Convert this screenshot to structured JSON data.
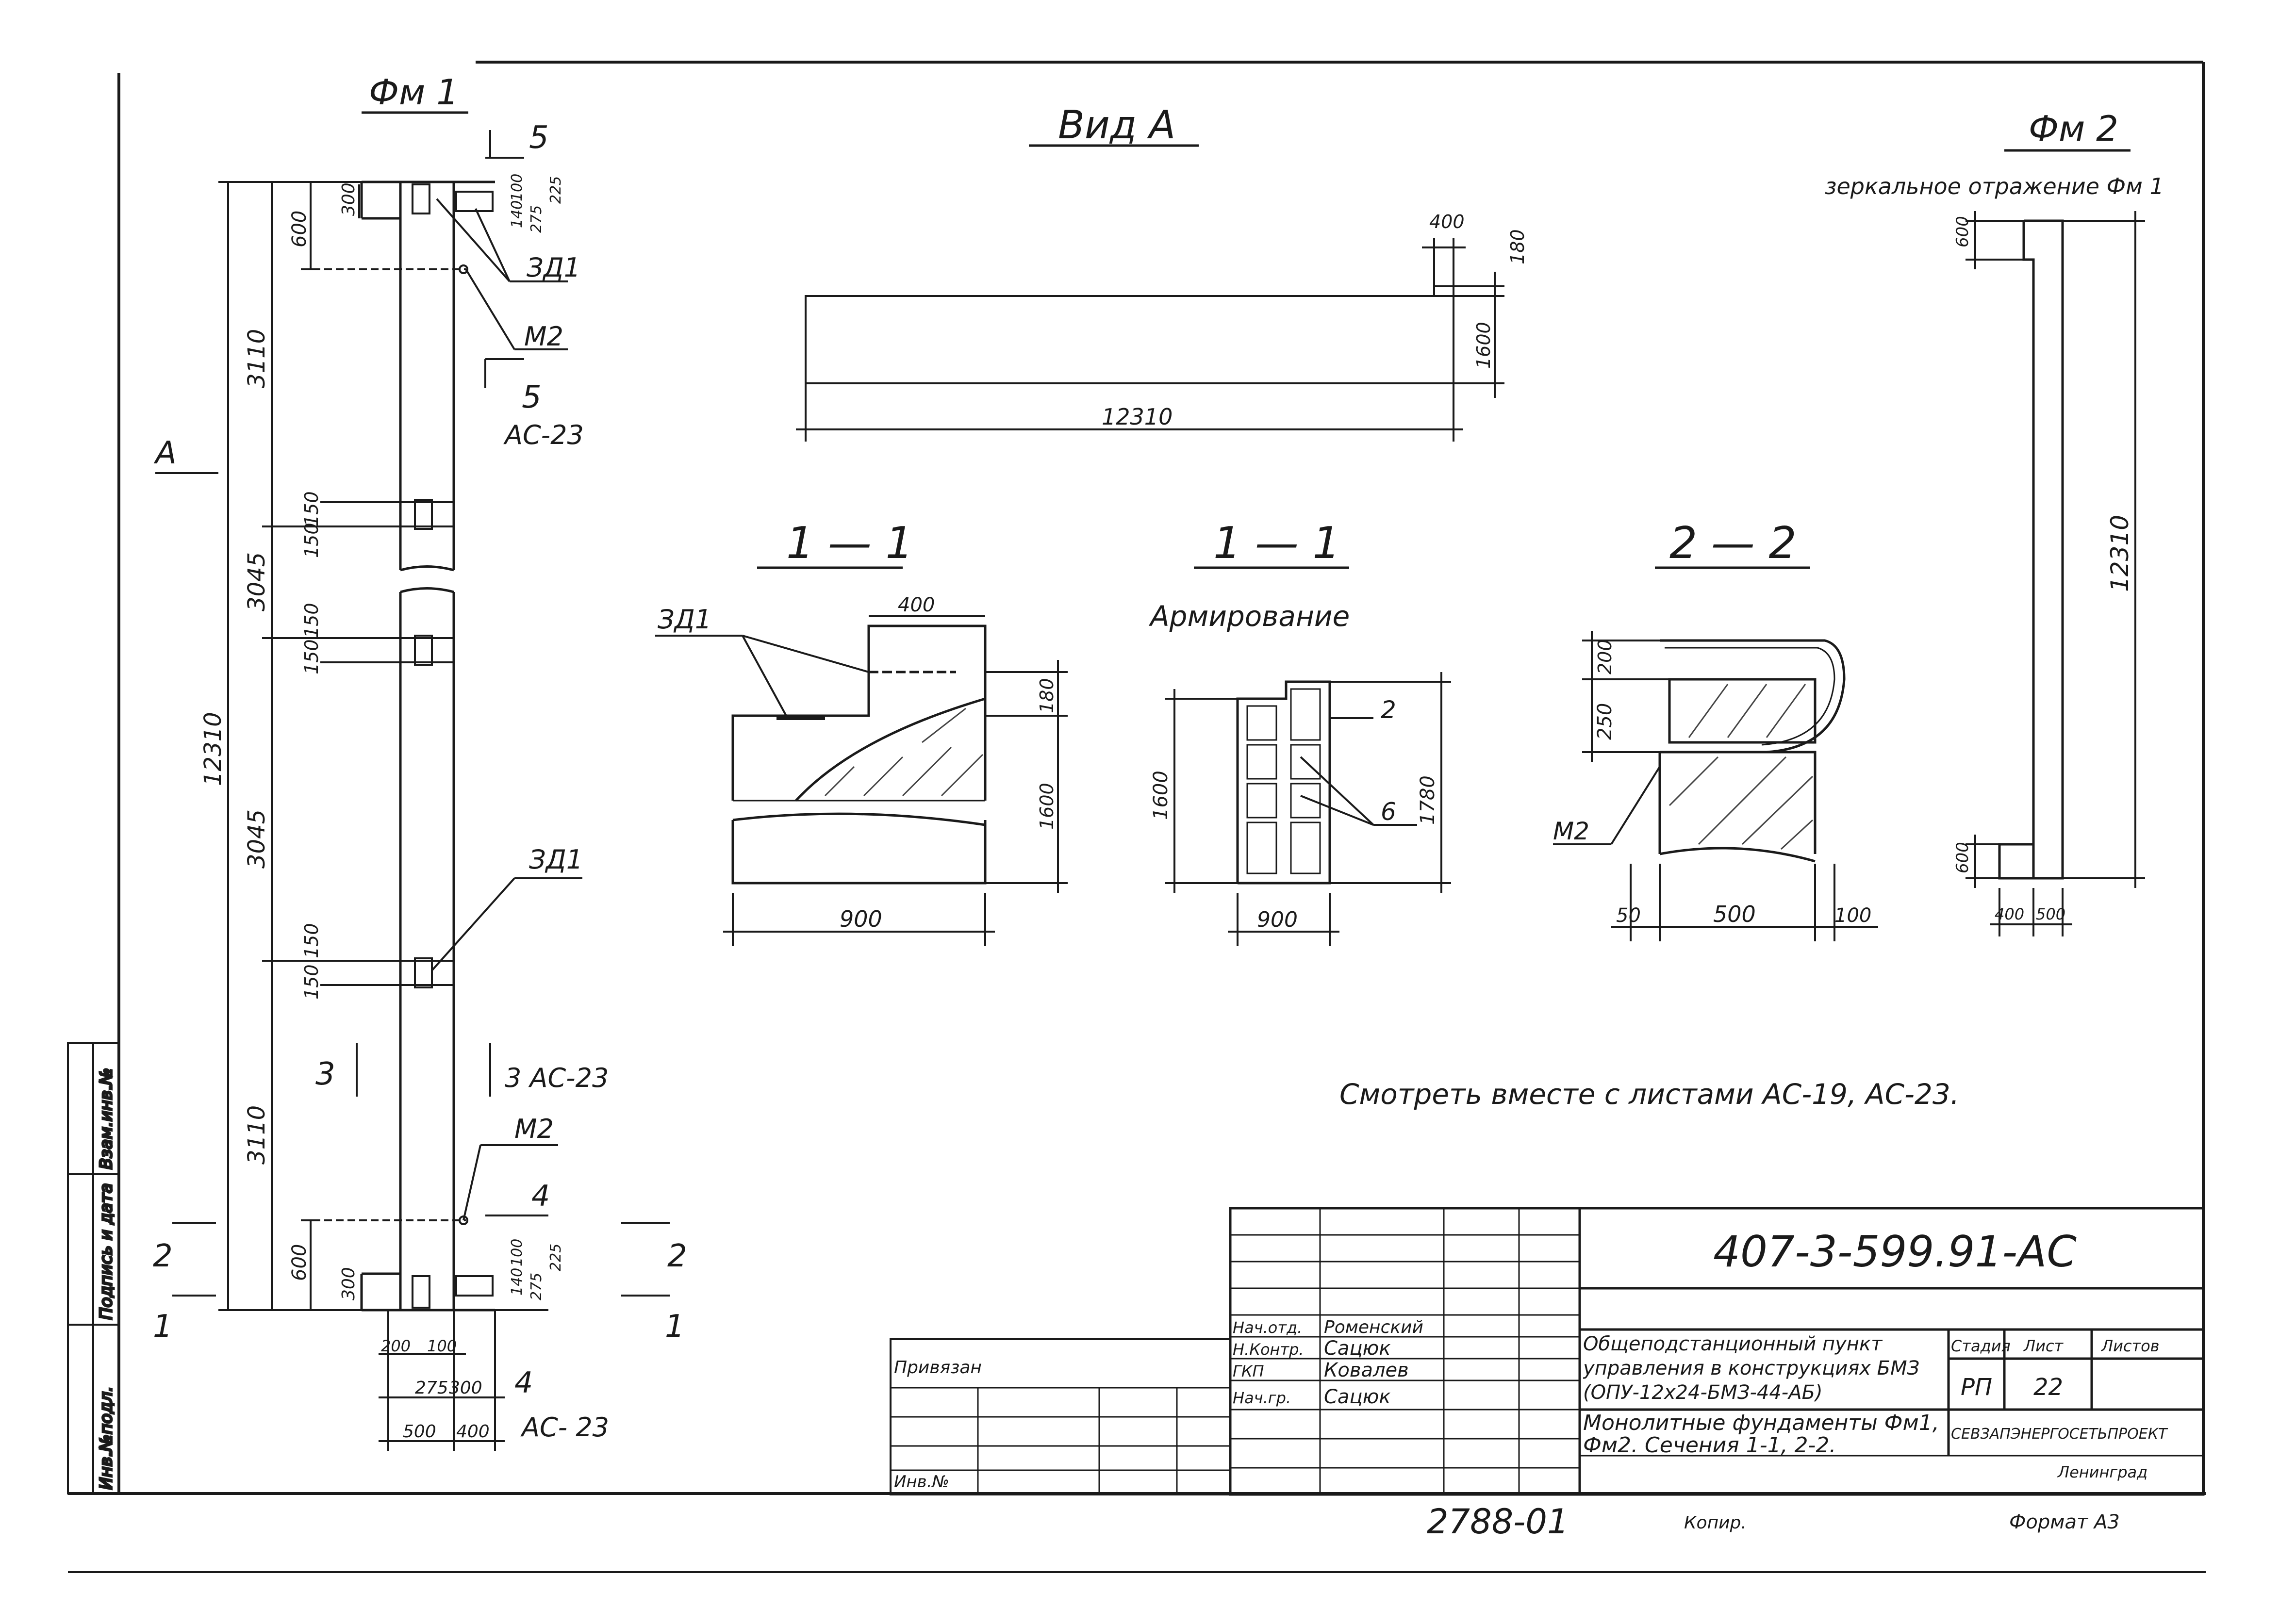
{
  "fm1": {
    "title": "Фм 1",
    "dims": {
      "total": "12310",
      "seg_top": "3110",
      "seg_mid1": "3045",
      "seg_mid2": "3045",
      "seg_bot": "3110",
      "top_600": "600",
      "top_300": "300",
      "top_right_100": "100",
      "top_right_140": "140",
      "top_right_275": "275",
      "top_right_225": "225",
      "slot_150": "150",
      "bot_600": "600",
      "bot_300": "300",
      "bot_right_100": "100",
      "bot_right_140": "140",
      "bot_right_275": "275",
      "bot_right_225": "225",
      "bottom_200": "200",
      "bottom_100": "100",
      "bottom_275": "275",
      "bottom_300": "300",
      "bottom_500": "500",
      "bottom_400": "400"
    },
    "labels": {
      "zd1_top": "ЗД1",
      "m2_top": "М2",
      "zd1_mid": "ЗД1",
      "m2_bot": "М2",
      "section5_top": "5",
      "section5_bot": "5",
      "ac23_a": "АС-23",
      "view_a": "А",
      "section3_left": "3",
      "section3_right": "3 АС-23",
      "section4_top": "4",
      "section4_bot": "4",
      "ac23_b": "АС- 23",
      "section2_left": "2",
      "section2_right": "2",
      "section1_left": "1",
      "section1_right": "1"
    }
  },
  "view_a": {
    "title": "Вид А",
    "dim_400": "400",
    "dim_180": "180",
    "dim_1600": "1600",
    "dim_length": "12310"
  },
  "sec11": {
    "title": "1 — 1",
    "label_zd1": "ЗД1",
    "dim_400": "400",
    "dim_180": "180",
    "dim_1600": "1600",
    "dim_900": "900"
  },
  "sec11_arm": {
    "title": "1 — 1",
    "subtitle": "Армирование",
    "dim_1600": "1600",
    "dim_1780": "1780",
    "dim_900": "900",
    "mark_2": "2",
    "mark_6": "6"
  },
  "sec22": {
    "title": "2 — 2",
    "dim_200": "200",
    "dim_250": "250",
    "dim_50": "50",
    "dim_500": "500",
    "dim_100": "100",
    "label_m2": "М2"
  },
  "fm2": {
    "title": "Фм 2",
    "note": "зеркальное отражение Фм 1",
    "dim_top": "600",
    "dim_length": "12310",
    "dim_bot": "600",
    "dim_400": "400",
    "dim_500": "500"
  },
  "note": "Смотреть вместе с листами АС-19, АС-23.",
  "stamp": {
    "code": "407-3-599.91-АС",
    "rows": [
      {
        "role": "Нач.отд.",
        "name": "Роменский"
      },
      {
        "role": "Н.Контр.",
        "name": "Сацюк"
      },
      {
        "role": "ГКП",
        "name": "Ковалев"
      },
      {
        "role": "Нач.гр.",
        "name": "Сацюк"
      }
    ],
    "project": "Общеподстанционный пункт управления в конструкциях БМЗ (ОПУ-12х24-БМЗ-44-АБ)",
    "sheet_title": "Монолитные фундаменты Фм1, Фм2. Сечения 1-1, 2-2.",
    "stage_head": "Стадия",
    "sheet_head": "Лист",
    "sheets_head": "Листов",
    "stage": "РП",
    "sheet": "22",
    "org": "СЕВЗАПЭНЕРГОСЕТЬПРОЕКТ",
    "city": "Ленинград",
    "privyazan": "Привязан",
    "inv": "Инв.№",
    "order_no": "2788-01",
    "copied": "Копир.",
    "format": "Формат А3"
  },
  "side_stamp": {
    "inv_podl": "Инв.№подл.",
    "podpis": "Подпись и дата",
    "vzam": "Взам.инв.№"
  }
}
